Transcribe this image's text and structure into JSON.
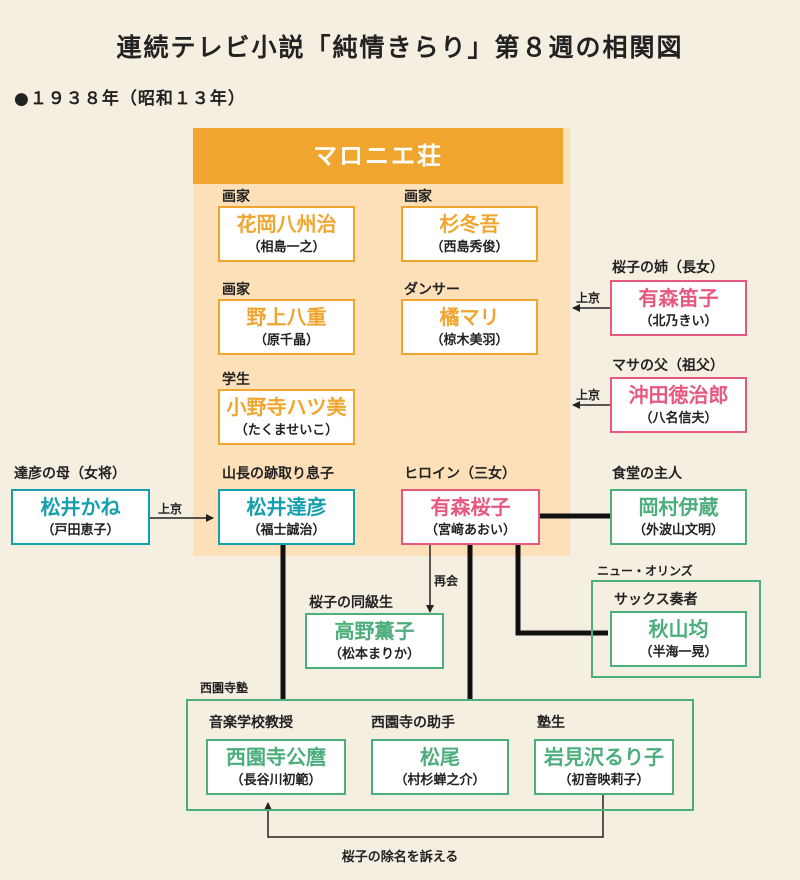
{
  "title": "連続テレビ小説「純情きらり」第８週の相関図",
  "year": "●１９３８年（昭和１３年）",
  "marronnier": {
    "header": "マロニエ荘",
    "residents": [
      {
        "role": "画家",
        "name": "花岡八州治",
        "actor": "（相島一之）"
      },
      {
        "role": "画家",
        "name": "杉冬吾",
        "actor": "（西島秀俊）"
      },
      {
        "role": "画家",
        "name": "野上八重",
        "actor": "（原千晶）"
      },
      {
        "role": "ダンサー",
        "name": "橘マリ",
        "actor": "（椋木美羽）"
      },
      {
        "role": "学生",
        "name": "小野寺ハツ美",
        "actor": "（たくませいこ）"
      }
    ]
  },
  "matsui_tatsuhiko": {
    "role": "山長の跡取り息子",
    "name": "松井達彦",
    "actor": "（福士誠治）"
  },
  "heroine": {
    "role": "ヒロイン（三女）",
    "name": "有森桜子",
    "actor": "（宮﨑あおい）"
  },
  "matsui_kane": {
    "role": "達彦の母（女将）",
    "name": "松井かね",
    "actor": "（戸田恵子）"
  },
  "fueko": {
    "role": "桜子の姉（長女）",
    "name": "有森笛子",
    "actor": "（北乃きい）"
  },
  "okita": {
    "role": "マサの父（祖父）",
    "name": "沖田徳治郎",
    "actor": "（八名信夫）"
  },
  "okamura": {
    "role": "食堂の主人",
    "name": "岡村伊蔵",
    "actor": "（外波山文明）"
  },
  "takano": {
    "role": "桜子の同級生",
    "name": "高野薫子",
    "actor": "（松本まりか）"
  },
  "new_orleans": {
    "group_label": "ニュー・オリンズ",
    "role": "サックス奏者",
    "name": "秋山均",
    "actor": "（半海一晃）"
  },
  "saionji_juku": {
    "group_label": "西園寺塾",
    "members": [
      {
        "role": "音楽学校教授",
        "name": "西園寺公麿",
        "actor": "（長谷川初範）"
      },
      {
        "role": "西園寺の助手",
        "name": "松尾",
        "actor": "（村杉蝉之介）"
      },
      {
        "role": "塾生",
        "name": "岩見沢るり子",
        "actor": "（初音映莉子）"
      }
    ]
  },
  "relations": {
    "kane_to_tatsuhiko": "上京",
    "fueko_to_marronnier": "上京",
    "okita_to_marronnier": "上京",
    "reunion": "再会",
    "expulsion": "桜子の除名を訴える"
  }
}
